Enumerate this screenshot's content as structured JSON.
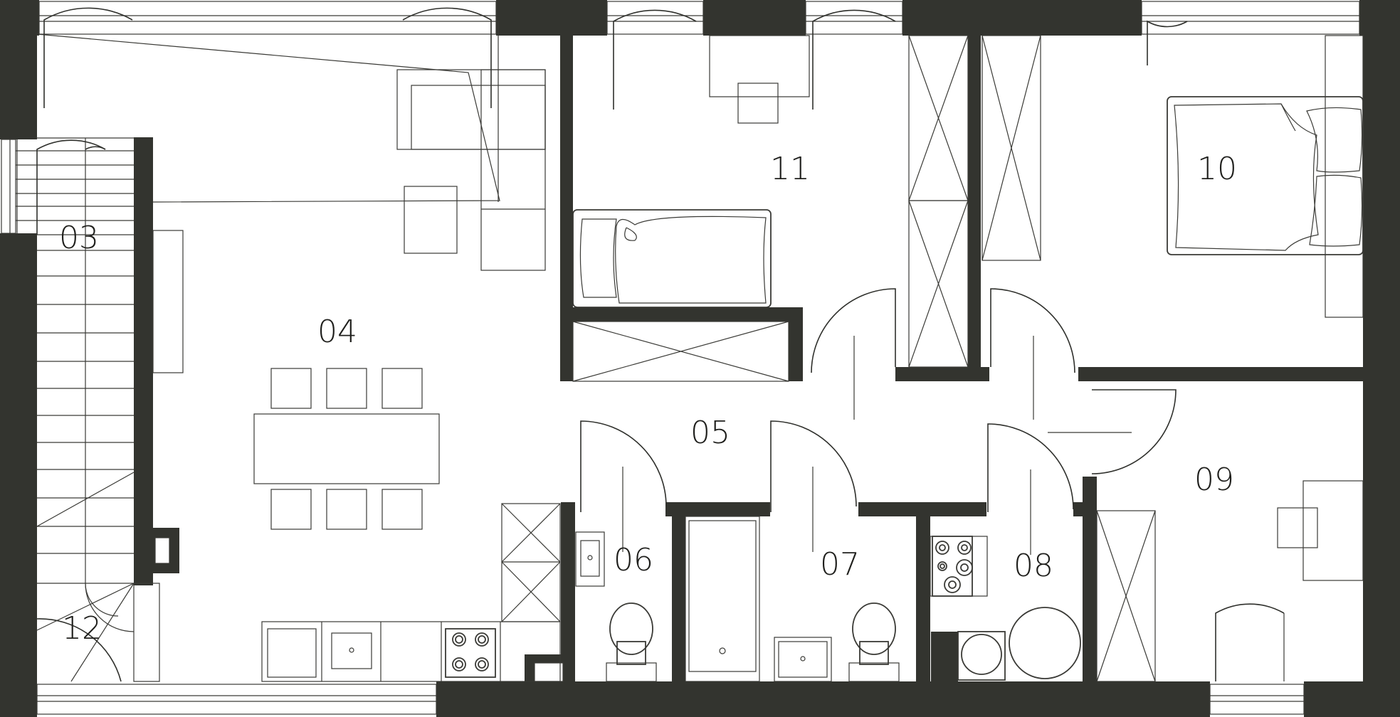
{
  "floor_plan": {
    "colors": {
      "wall": "#33342f",
      "line": "#3a3a36",
      "background": "#ffffff"
    },
    "rooms": [
      {
        "id": "room-03",
        "label": "03"
      },
      {
        "id": "room-04",
        "label": "04"
      },
      {
        "id": "room-05",
        "label": "05"
      },
      {
        "id": "room-06",
        "label": "06"
      },
      {
        "id": "room-07",
        "label": "07"
      },
      {
        "id": "room-08",
        "label": "08"
      },
      {
        "id": "room-09",
        "label": "09"
      },
      {
        "id": "room-10",
        "label": "10"
      },
      {
        "id": "room-11",
        "label": "11"
      },
      {
        "id": "room-12",
        "label": "12"
      }
    ]
  }
}
